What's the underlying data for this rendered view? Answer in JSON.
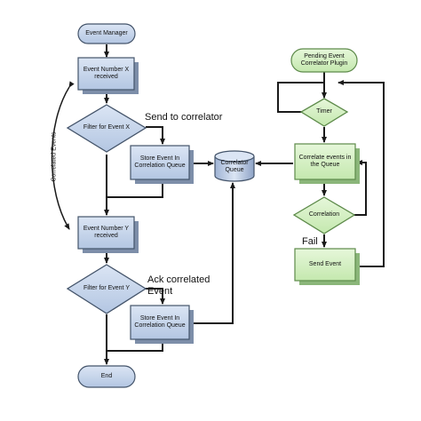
{
  "colors": {
    "blue_fill": "#c5d4ea",
    "blue_stroke": "#44546a",
    "green_fill": "#d4f0c4",
    "green_stroke": "#5d8a4a",
    "line": "#1a1a1a"
  },
  "left_flow": {
    "event_manager": "Event Manager",
    "event_x_received": "Event Number X received",
    "filter_x": "Filter for Event X",
    "send_to_correlator": "Send to correlator",
    "store_event_1": "Store Event In Correlation Queue",
    "event_y_received": "Event Number Y received",
    "filter_y": "Filter for Event Y",
    "ack_correlated": "Ack correlated Event",
    "store_event_2": "Store Event In Correlation Queue",
    "end": "End",
    "correlated_events": "Correlated Events"
  },
  "queue": {
    "label": "Correlator Queue"
  },
  "right_flow": {
    "plugin": "Pending Event Correlator Plugin",
    "timer": "Timer",
    "correlate_events": "Correlate events in the Queue",
    "correlation": "Correlation",
    "fail": "Fail",
    "send_event": "Send Event"
  }
}
